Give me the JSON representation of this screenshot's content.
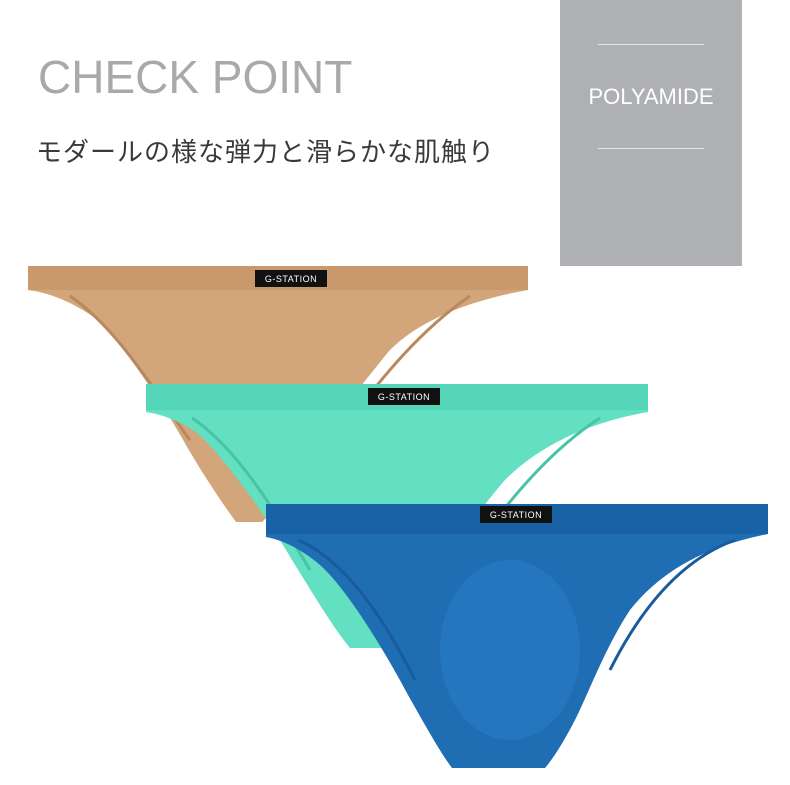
{
  "header": {
    "title": "CHECK POINT",
    "subtitle": "モダールの様な弾力と滑らかな肌触り"
  },
  "badge": {
    "label": "POLYAMIDE"
  },
  "products": [
    {
      "brand_tag": "G-STATION",
      "color": "#d4a77c"
    },
    {
      "brand_tag": "G-STATION",
      "color": "#5fe0c3"
    },
    {
      "brand_tag": "G-STATION",
      "color": "#1f6bb0"
    }
  ]
}
